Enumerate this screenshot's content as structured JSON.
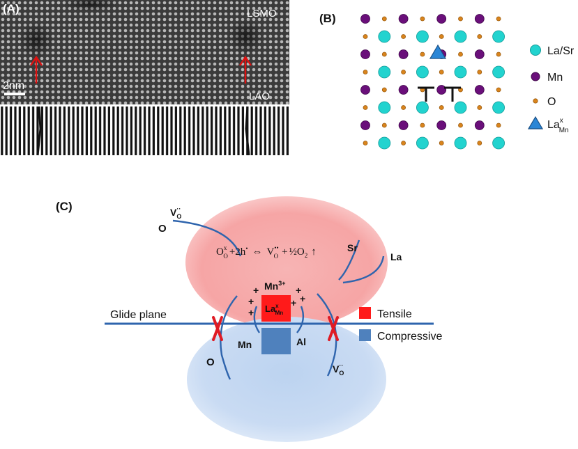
{
  "panel_a": {
    "label": "(A)",
    "scale_bar": "2nm",
    "top_layer": "LSMO",
    "bottom_layer": "LAO"
  },
  "panel_b": {
    "label": "(B)",
    "legend": [
      {
        "text": "La/Sr",
        "color": "#22d3cf"
      },
      {
        "text": "Mn",
        "color": "#6a0f7a"
      },
      {
        "text": "O",
        "color": "#d9841c"
      },
      {
        "text": "La",
        "sub": "Mn",
        "sup": "x",
        "color": "#1f7fd1"
      }
    ]
  },
  "panel_c": {
    "label": "(C)",
    "equation": {
      "o_base": "O",
      "o_sup": "x",
      "o_sub": "O",
      "plus_2h": "+2h",
      "dot": "•",
      "arrow": "⇔",
      "v_base": "V",
      "v_sup": "••",
      "v_sub": "O",
      "plus": "+",
      "half": "½",
      "o2": "O",
      "o2_sub": "2",
      "up": "↑"
    },
    "vo_top": {
      "base": "V",
      "sup": "··",
      "sub": "O"
    },
    "o_top": "O",
    "sr": "Sr",
    "la": "La",
    "mn3": {
      "base": "Mn",
      "sup": "3+"
    },
    "la_mn": {
      "base": "La",
      "sup": "x",
      "sub": "Mn"
    },
    "plus_sign": "+",
    "glide_plane": "Glide plane",
    "mn": "Mn",
    "al": "Al",
    "o_bottom": "O",
    "vo_bottom": {
      "base": "V",
      "sup": "··",
      "sub": "O"
    },
    "legend": [
      {
        "text": "Tensile",
        "color": "#ff1a1a"
      },
      {
        "text": "Compressive",
        "color": "#4f81bd"
      }
    ],
    "x_mark": "X"
  }
}
